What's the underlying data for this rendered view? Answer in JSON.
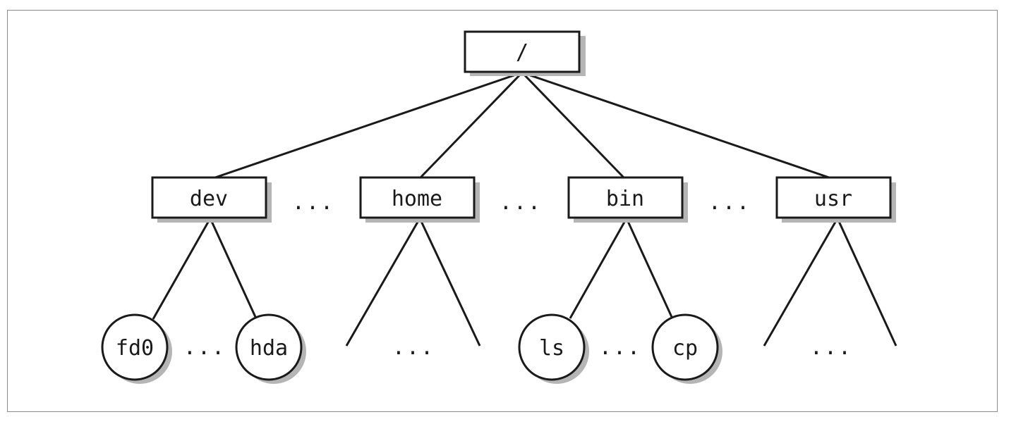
{
  "root": {
    "label": "/"
  },
  "directories": [
    {
      "label": "dev"
    },
    {
      "label": "home"
    },
    {
      "label": "bin"
    },
    {
      "label": "usr"
    }
  ],
  "ellipsis": "...",
  "files": {
    "dev": [
      {
        "label": "fd0"
      },
      {
        "label": "hda"
      }
    ],
    "bin": [
      {
        "label": "ls"
      },
      {
        "label": "cp"
      }
    ]
  }
}
